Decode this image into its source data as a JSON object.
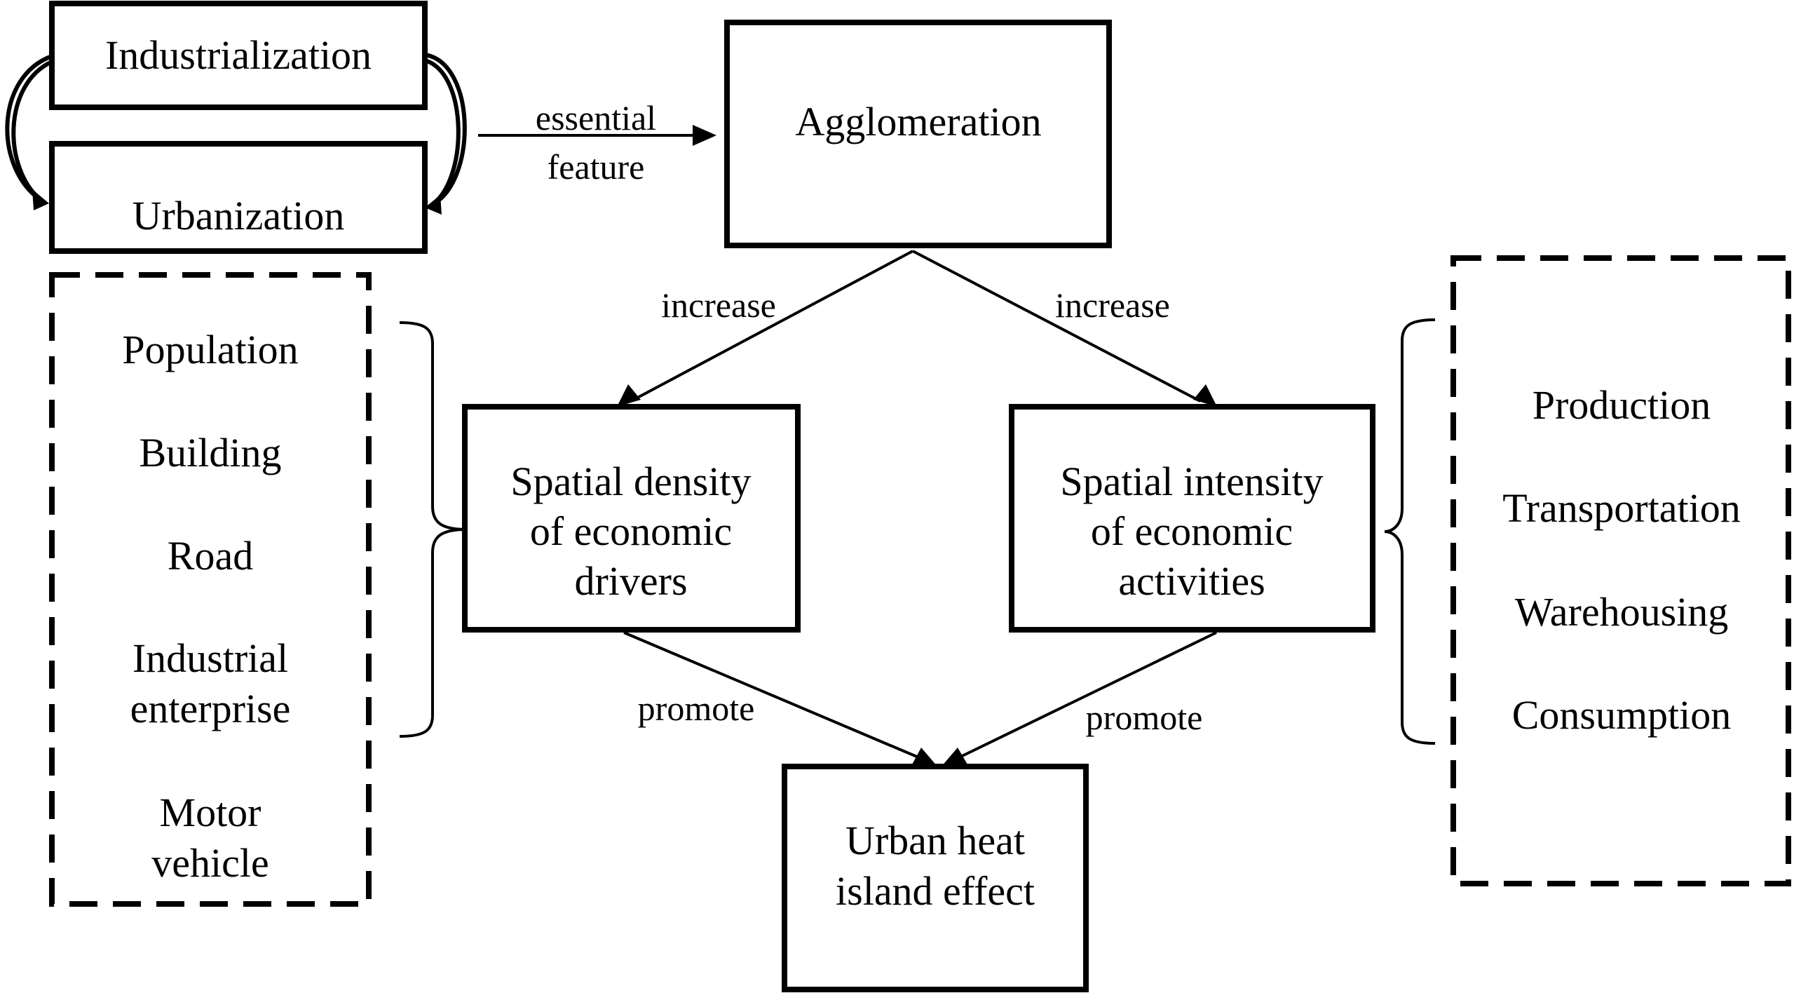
{
  "nodes": {
    "industrialization": {
      "label": "Industrialization"
    },
    "urbanization": {
      "label": "Urbanization"
    },
    "agglomeration": {
      "label": "Agglomeration"
    },
    "spatial_density": {
      "lines": [
        "Spatial density",
        "of economic",
        "drivers"
      ]
    },
    "spatial_intensity": {
      "lines": [
        "Spatial intensity",
        "of economic",
        "activities"
      ]
    },
    "urban_heat": {
      "lines": [
        "Urban heat",
        "island effect"
      ]
    }
  },
  "edge_labels": {
    "essential_feature": [
      "essential",
      "feature"
    ],
    "increase_left": "increase",
    "increase_right": "increase",
    "promote_left": "promote",
    "promote_right": "promote"
  },
  "drivers_list": [
    "Population",
    "Building",
    "Road",
    [
      "Industrial",
      "enterprise"
    ],
    [
      "Motor",
      "vehicle"
    ]
  ],
  "activities_list": [
    "Production",
    "Transportation",
    "Warehousing",
    "Consumption"
  ]
}
